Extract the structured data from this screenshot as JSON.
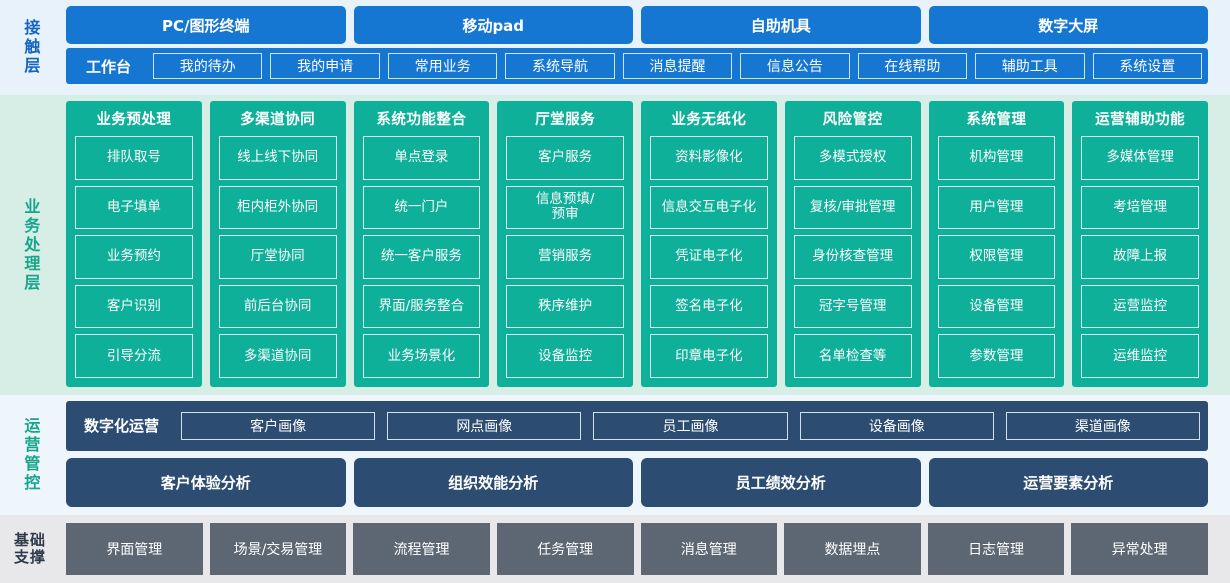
{
  "layers": {
    "touch": {
      "label": "接触层",
      "terminals": [
        "PC/图形终端",
        "移动pad",
        "自助机具",
        "数字大屏"
      ],
      "nav_title": "工作台",
      "nav_items": [
        "我的待办",
        "我的申请",
        "常用业务",
        "系统导航",
        "消息提醒",
        "信息公告",
        "在线帮助",
        "辅助工具",
        "系统设置"
      ]
    },
    "business": {
      "label": "业务处理层",
      "columns": [
        {
          "title": "业务预处理",
          "items": [
            "排队取号",
            "电子填单",
            "业务预约",
            "客户识别",
            "引导分流"
          ]
        },
        {
          "title": "多渠道协同",
          "items": [
            "线上线下协同",
            "柜内柜外协同",
            "厅堂协同",
            "前后台协同",
            "多渠道协同"
          ]
        },
        {
          "title": "系统功能整合",
          "items": [
            "单点登录",
            "统一门户",
            "统一客户服务",
            "界面/服务整合",
            "业务场景化"
          ]
        },
        {
          "title": "厅堂服务",
          "items": [
            "客户服务",
            "信息预填/\n预审",
            "营销服务",
            "秩序维护",
            "设备监控"
          ]
        },
        {
          "title": "业务无纸化",
          "items": [
            "资料影像化",
            "信息交互电子化",
            "凭证电子化",
            "签名电子化",
            "印章电子化"
          ]
        },
        {
          "title": "风险管控",
          "items": [
            "多模式授权",
            "复核/审批管理",
            "身份核查管理",
            "冠字号管理",
            "名单检查等"
          ]
        },
        {
          "title": "系统管理",
          "items": [
            "机构管理",
            "用户管理",
            "权限管理",
            "设备管理",
            "参数管理"
          ]
        },
        {
          "title": "运营辅助功能",
          "items": [
            "多媒体管理",
            "考培管理",
            "故障上报",
            "运营监控",
            "运维监控"
          ]
        }
      ]
    },
    "operations": {
      "label": "运营管控",
      "portrait_title": "数字化运营",
      "portrait_items": [
        "客户画像",
        "网点画像",
        "员工画像",
        "设备画像",
        "渠道画像"
      ],
      "analysis_items": [
        "客户体验分析",
        "组织效能分析",
        "员工绩效分析",
        "运营要素分析"
      ]
    },
    "base": {
      "label_line1": "基础",
      "label_line2": "支撑",
      "items": [
        "界面管理",
        "场景/交易管理",
        "流程管理",
        "任务管理",
        "消息管理",
        "数据埋点",
        "日志管理",
        "异常处理"
      ]
    }
  },
  "colors": {
    "touch_bg": "#e8f2fb",
    "touch_blue": "#1677d2",
    "business_bg": "#d6eee6",
    "business_green": "#0fb09a",
    "ops_bg": "#eef6fc",
    "ops_navy": "#2c4c72",
    "base_bg": "#e8e8ea",
    "base_gray": "#5d6673"
  }
}
